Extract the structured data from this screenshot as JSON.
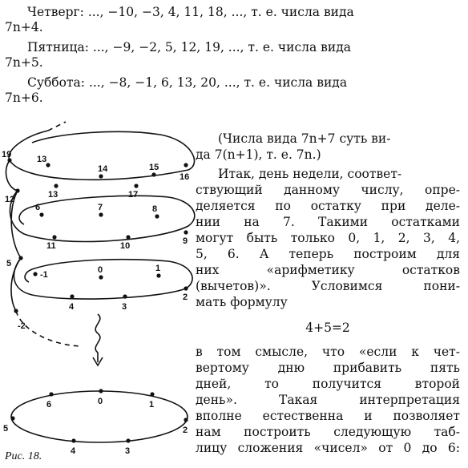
{
  "top_lines": {
    "thu_a": "Четверг: ..., −10, −3, 4, 11, 18, ..., т. е. числа вида",
    "thu_b": "7n+4.",
    "fri_a": "Пятница: ..., −9, −2, 5, 12, 19, ..., т. е. числа вида",
    "fri_b": "7n+5.",
    "sat_a": "Суббота: ..., −8, −1, 6, 13, 20, ..., т. е. числа вида",
    "sat_b": "7n+6."
  },
  "right_text": [
    "(Числа вида 7n+7 суть ви-",
    "да 7(n+1), т. е. 7n.)",
    "Итак, день недели, соответ-",
    "ствующий данному числу, опре-",
    "деляется по остатку при деле-",
    "нии на 7. Такими остатками",
    "могут быть только 0, 1, 2, 3, 4,",
    "5, 6. А теперь построим для",
    "них «арифметику остатков",
    "(вычетов)». Условимся пони-",
    "мать формулу",
    "4+5=2",
    "в том смысле, что «если к чет-",
    "вертому дню прибавить пять",
    "дней, то получится второй",
    "день». Такая интерпретация",
    "вполне естественна и позволяет",
    "нам построить следующую таб-",
    "лицу сложения «чисел» от 0 до 6:"
  ],
  "figure": {
    "caption": "Рис. 18.",
    "spiral_labels": [
      "14",
      "15",
      "13",
      "16",
      "19",
      "13",
      "17",
      "12",
      "6",
      "7",
      "8",
      "11",
      "10",
      "9",
      "5",
      "-1",
      "0",
      "1",
      "4",
      "3",
      "2",
      "-2"
    ],
    "ring_labels": [
      "6",
      "0",
      "1",
      "5",
      "2",
      "4",
      "3"
    ]
  }
}
